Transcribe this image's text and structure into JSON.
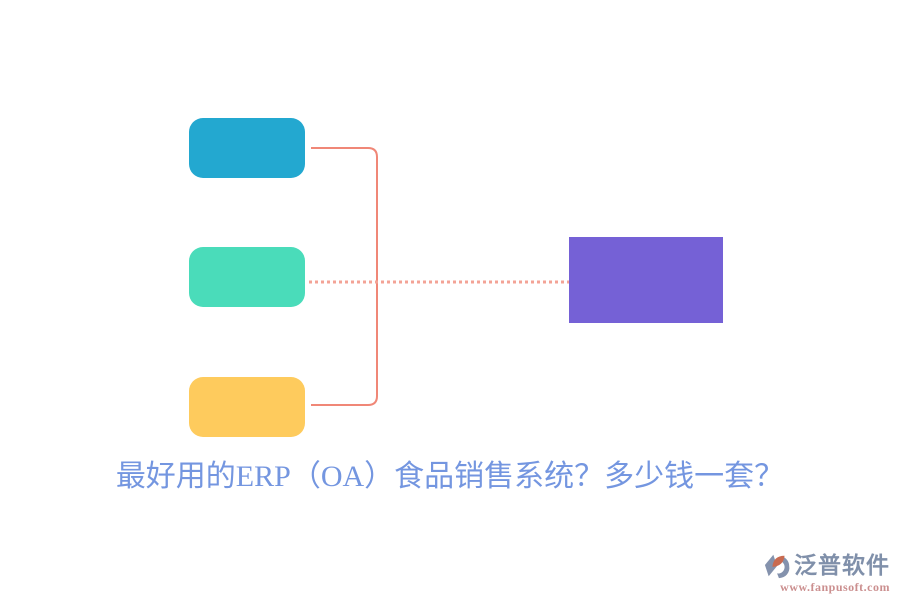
{
  "diagram": {
    "nodes": {
      "top": {
        "color": "#23a8d0"
      },
      "middle": {
        "color": "#4adcba"
      },
      "bottom": {
        "color": "#fecb5d"
      },
      "result": {
        "color": "#7561d6"
      }
    },
    "connectors": {
      "solid_color": "#f08777",
      "dotted_color": "#f3a396"
    }
  },
  "title": {
    "text": "最好用的ERP（OA）食品销售系统？多少钱一套？",
    "color": "#7496e0"
  },
  "watermark": {
    "brand": "泛普软件",
    "url": "www.fanpusoft.com",
    "brand_color": "#8090aa",
    "url_color": "#cb8f8f",
    "logo_gray": "#8492ad",
    "logo_orange": "#c96a50"
  }
}
